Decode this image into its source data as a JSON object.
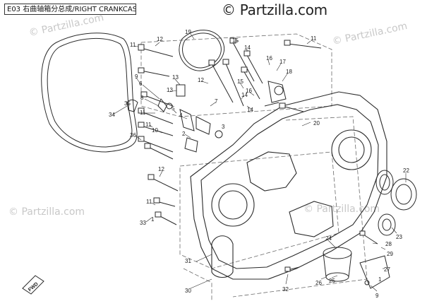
{
  "header": {
    "code": "E03",
    "title": "右曲轴箱分总成/RIGHT CRANKCASE ASSY"
  },
  "brand": {
    "text": "© Partzilla.com"
  },
  "watermarks": [
    "© Partzilla.com",
    "© Partzilla.com",
    "© Partzilla.com",
    "© Partzilla.com"
  ],
  "badge": {
    "text": "FWD"
  },
  "callouts": [
    "11",
    "12",
    "19",
    "15",
    "14",
    "16",
    "17",
    "11",
    "18",
    "9",
    "13",
    "12",
    "6",
    "15",
    "35",
    "14",
    "8",
    "16",
    "5",
    "13",
    "7",
    "11",
    "34",
    "4",
    "14",
    "11",
    "20",
    "3",
    "10",
    "2",
    "36",
    "12",
    "22",
    "24",
    "11",
    "33",
    "23",
    "28",
    "29",
    "31",
    "25",
    "27",
    "26",
    "32",
    "30",
    "9",
    "1",
    "1"
  ],
  "colors": {
    "line": "#2a2a2a",
    "frame": "#6a6a6a",
    "watermark": "#c8c8c8"
  }
}
